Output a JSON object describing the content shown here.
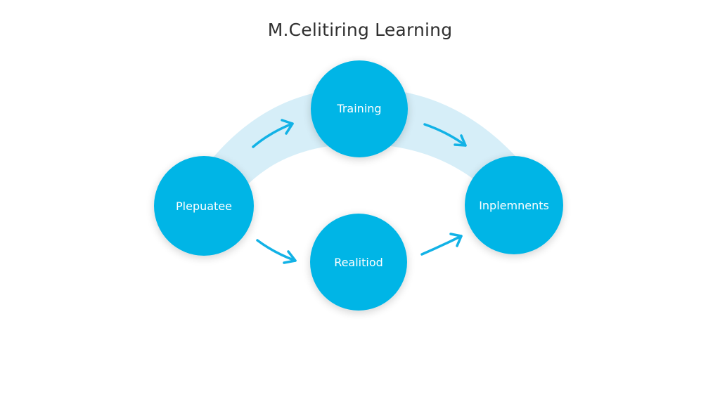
{
  "title": "M.Celitiring Learning",
  "colors": {
    "node_fill": "#00b5e6",
    "node_text": "#ffffff",
    "arc_band": "#d6eef8",
    "arrow": "#12b2e6",
    "title_text": "#2f2f2f",
    "background": "#ffffff"
  },
  "nodes": {
    "training": {
      "label": "Training"
    },
    "plepuatee": {
      "label": "Plepuatee"
    },
    "realitiod": {
      "label": "Realitiod"
    },
    "inplemnents": {
      "label": "Inplemnents"
    }
  },
  "arrows": [
    {
      "from": "plepuatee",
      "to": "training"
    },
    {
      "from": "training",
      "to": "inplemnents"
    },
    {
      "from": "plepuatee",
      "to": "realitiod"
    },
    {
      "from": "realitiod",
      "to": "inplemnents"
    }
  ]
}
